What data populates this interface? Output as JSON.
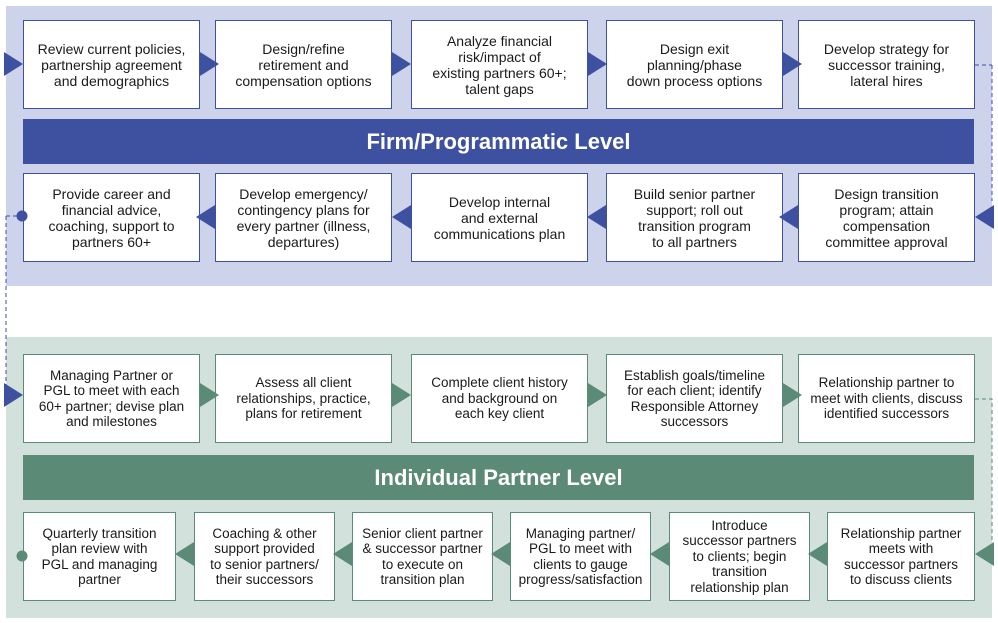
{
  "firm_level": {
    "title": "Firm/Programmatic Level",
    "top_row": [
      "Review current policies,\npartnership agreement\nand demographics",
      "Design/refine\nretirement and\ncompensation options",
      "Analyze financial\nrisk/impact of\nexisting partners 60+;\ntalent gaps",
      "Design exit\nplanning/phase\ndown process options",
      "Develop strategy for\nsuccessor training,\nlateral hires"
    ],
    "bottom_row": [
      "Provide career and\nfinancial advice,\ncoaching, support to\npartners 60+",
      "Develop emergency/\ncontingency plans for\nevery partner (illness,\ndepartures)",
      "Develop internal\nand external\ncommunications plan",
      "Build senior partner\nsupport; roll out\ntransition program\nto all partners",
      "Design transition\nprogram; attain\ncompensation\ncommittee approval"
    ]
  },
  "individual_level": {
    "title": "Individual Partner Level",
    "top_row": [
      "Managing Partner or\nPGL to meet with each\n60+ partner; devise plan\nand milestones",
      "Assess all client\nrelationships, practice,\nplans for retirement",
      "Complete client history\nand background on\neach key client",
      "Establish goals/timeline\nfor each client; identify\nResponsible Attorney\nsuccessors",
      "Relationship partner to\nmeet with clients, discuss\nidentified successors"
    ],
    "bottom_row": [
      "Quarterly transition\nplan review with\nPGL and managing\npartner",
      "Coaching & other\nsupport provided\nto senior partners/\ntheir successors",
      "Senior client partner\n& successor partner\nto execute on\ntransition plan",
      "Managing partner/\nPGL to meet with\nclients to gauge\nprogress/satisfaction",
      "Introduce\nsuccessor partners\nto clients; begin\ntransition\nrelationship plan",
      "Relationship partner\nmeets with\nsuccessor partners\nto discuss clients"
    ]
  },
  "colors": {
    "firm_accent": "#3d51a0",
    "firm_panel": "#cdd3ea",
    "individual_accent": "#5b8a76",
    "individual_panel": "#d3e1dc"
  }
}
